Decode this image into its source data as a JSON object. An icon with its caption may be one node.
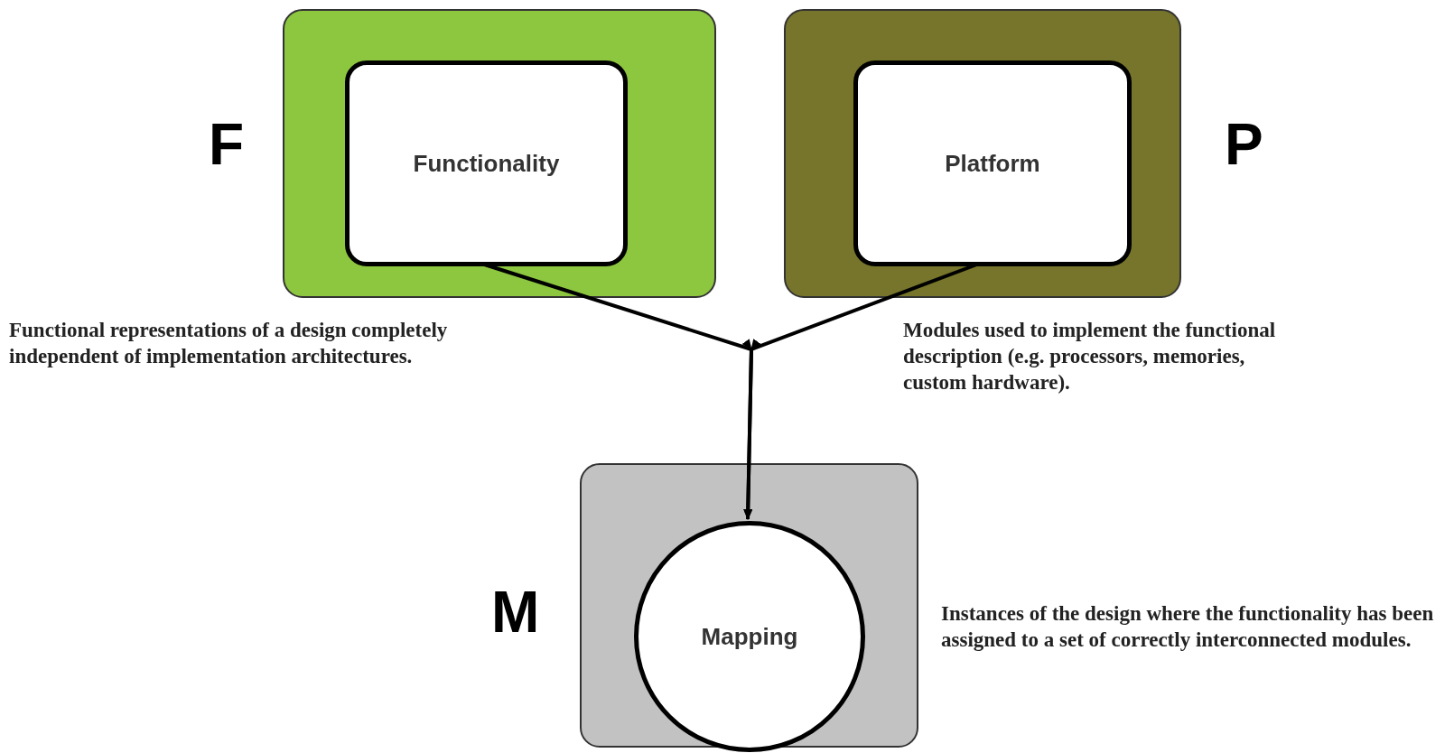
{
  "diagram": {
    "nodes": [
      {
        "text": [
          "F"
        ],
        "beside": [
          "Functional representations of a design completely independent of implementation architectures."
        ]
      },
      {
        "text": [
          "Functionality"
        ],
        "in": 0
      },
      {
        "text": [
          "P"
        ],
        "beside": [
          "Modules used to implement the functional description (e.g. processors, memories, custom hardware)."
        ]
      },
      {
        "text": [
          "Platform"
        ],
        "in": 2
      },
      {
        "text": [
          "M"
        ],
        "beside": [
          "Instances of the design where the functionality has been assigned to a set of correctly interconnected modules."
        ]
      },
      {
        "text": [
          "Mapping"
        ],
        "in": 4
      }
    ],
    "edges": [
      {
        "from": 1,
        "to": 5,
        "arrow": "to"
      },
      {
        "from": 3,
        "to": 5,
        "arrow": "to"
      }
    ]
  }
}
